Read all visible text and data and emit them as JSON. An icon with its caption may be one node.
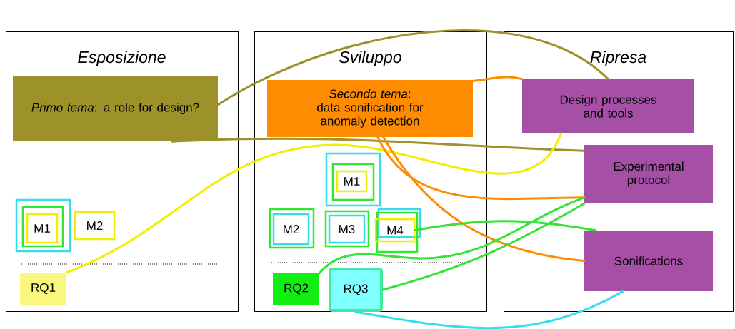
{
  "diagram": {
    "nodes": [
      {
        "text": [
          "Esposizione"
        ]
      },
      {
        "text": [
          "*Primo tema*: a role for design?"
        ],
        "in": 0
      },
      {
        "text": [
          "M1"
        ],
        "in": 0
      },
      {
        "text": [
          "M2"
        ],
        "in": 0
      },
      {
        "text": [
          "RQ1"
        ],
        "in": 0
      },
      {
        "text": [
          "Sviluppo"
        ]
      },
      {
        "text": [
          "*Secondo tema*: data sonification for anomaly detection"
        ],
        "in": 5
      },
      {
        "text": [
          "M1"
        ],
        "in": 5
      },
      {
        "text": [
          "M2"
        ],
        "in": 5
      },
      {
        "text": [
          "M3"
        ],
        "in": 5
      },
      {
        "text": [
          "M4"
        ],
        "in": 5
      },
      {
        "text": [
          "RQ2"
        ],
        "in": 5
      },
      {
        "text": [
          "RQ3"
        ],
        "in": 5
      },
      {
        "text": [
          "Ripresa"
        ]
      },
      {
        "text": [
          "Design processes and tools"
        ],
        "in": 13
      },
      {
        "text": [
          "Experimental protocol"
        ],
        "in": 13
      },
      {
        "text": [
          "Sonifications"
        ],
        "in": 13
      }
    ],
    "edges": [
      {
        "from": 1,
        "to": 14,
        "arrow": "none",
        "color": "#9c9229"
      },
      {
        "from": 1,
        "to": 15,
        "arrow": "none",
        "color": "#9c9229"
      },
      {
        "from": 4,
        "to": 14,
        "arrow": "none",
        "color": "#f2ee00"
      },
      {
        "from": 6,
        "to": 14,
        "arrow": "none",
        "color": "#ff8c00"
      },
      {
        "from": 6,
        "to": 15,
        "arrow": "none",
        "color": "#ff8c00"
      },
      {
        "from": 6,
        "to": 16,
        "arrow": "none",
        "color": "#ff8c00"
      },
      {
        "from": 11,
        "to": 15,
        "arrow": "none",
        "color": "#33e533"
      },
      {
        "from": 10,
        "to": 16,
        "arrow": "none",
        "color": "#33e533"
      },
      {
        "from": 12,
        "to": 15,
        "arrow": "none",
        "color": "#33e533"
      },
      {
        "from": 12,
        "to": 16,
        "arrow": "none",
        "color": "#33ddee"
      }
    ]
  }
}
